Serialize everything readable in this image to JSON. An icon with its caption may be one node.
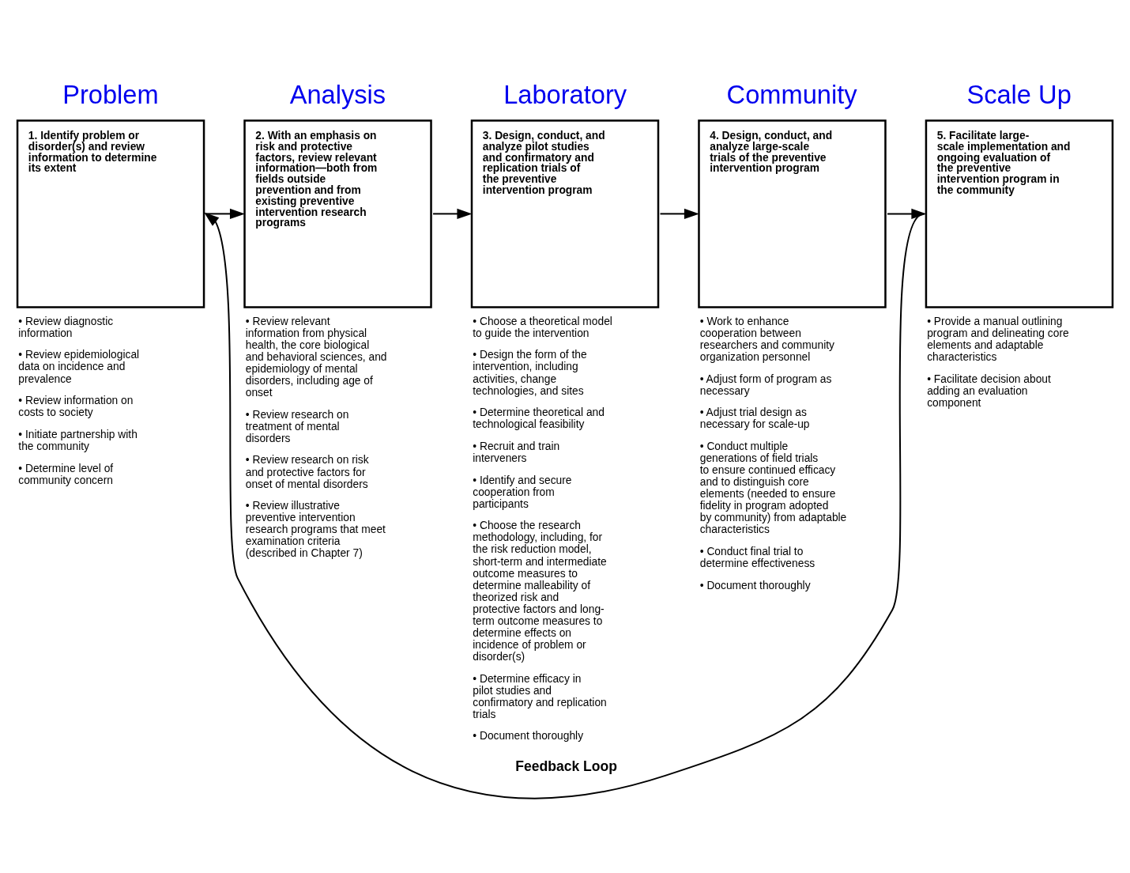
{
  "diagram": {
    "nodes": [
      {
        "text": [
          "Problem",
          "1. Identify problem or disorder(s) and review information to determine its extent"
        ],
        "beside": [
          "• Review diagnostic information",
          "• Review epidemiological data on incidence and prevalence",
          "• Review information on costs to society",
          "• Initiate partnership with the community",
          "• Determine level of community concern"
        ]
      },
      {
        "text": [
          "Analysis",
          "2. With an emphasis on risk and protective factors, review relevant information—both from fields outside prevention and from existing preventive intervention research programs"
        ],
        "beside": [
          "• Review relevant information from physical health, the core biological and behavioral sciences, and epidemiology of mental disorders, including age of onset",
          "• Review research on treatment of mental disorders",
          "• Review research on risk and protective factors for onset of mental disorders",
          "• Review illustrative preventive intervention research programs that meet examination criteria (described in Chapter 7)"
        ]
      },
      {
        "text": [
          "Laboratory",
          "3. Design, conduct, and analyze pilot studies and confirmatory and replication trials of the preventive intervention program"
        ],
        "beside": [
          "• Choose a theoretical model to guide the intervention",
          "• Design the form of the intervention, including activities, change technologies, and sites",
          "• Determine theoretical and technological feasibility",
          "• Recruit and train interveners",
          "• Identify and secure cooperation from participants",
          "• Choose the research methodology, including, for the risk reduction model, short-term and intermediate outcome measures to determine malleability of theorized risk and protective factors and long-term outcome measures to determine effects on incidence of problem or disorder(s)",
          "• Determine efficacy in pilot studies and confirmatory and replication trials",
          "• Document thoroughly"
        ]
      },
      {
        "text": [
          "Community",
          "4. Design, conduct, and analyze large-scale trials of the preventive intervention program"
        ],
        "beside": [
          "• Work to enhance cooperation between researchers and community organization personnel",
          "• Adjust form of program as necessary",
          "• Adjust trial design as necessary for scale-up",
          "• Conduct multiple generations of field trials to ensure continued efficacy and to distinguish core elements (needed to ensure fidelity in program adopted by community) from adaptable characteristics",
          "• Conduct final trial to determine effectiveness",
          "• Document thoroughly"
        ]
      },
      {
        "text": [
          "Scale Up",
          "5. Facilitate large-scale implementation and ongoing evaluation of the preventive intervention program in the community"
        ],
        "beside": [
          "• Provide a manual outlining program and delineating core elements and adaptable characteristics",
          "• Facilitate decision about adding an evaluation component"
        ]
      }
    ],
    "edges": [
      {
        "from": 0,
        "to": 1,
        "arrow": "to"
      },
      {
        "from": 1,
        "to": 2,
        "arrow": "to"
      },
      {
        "from": 2,
        "to": 3,
        "arrow": "to"
      },
      {
        "from": 3,
        "to": 4,
        "arrow": "to"
      },
      {
        "from": 4,
        "to": 0,
        "arrow": "to",
        "label": "Feedback Loop"
      }
    ]
  }
}
